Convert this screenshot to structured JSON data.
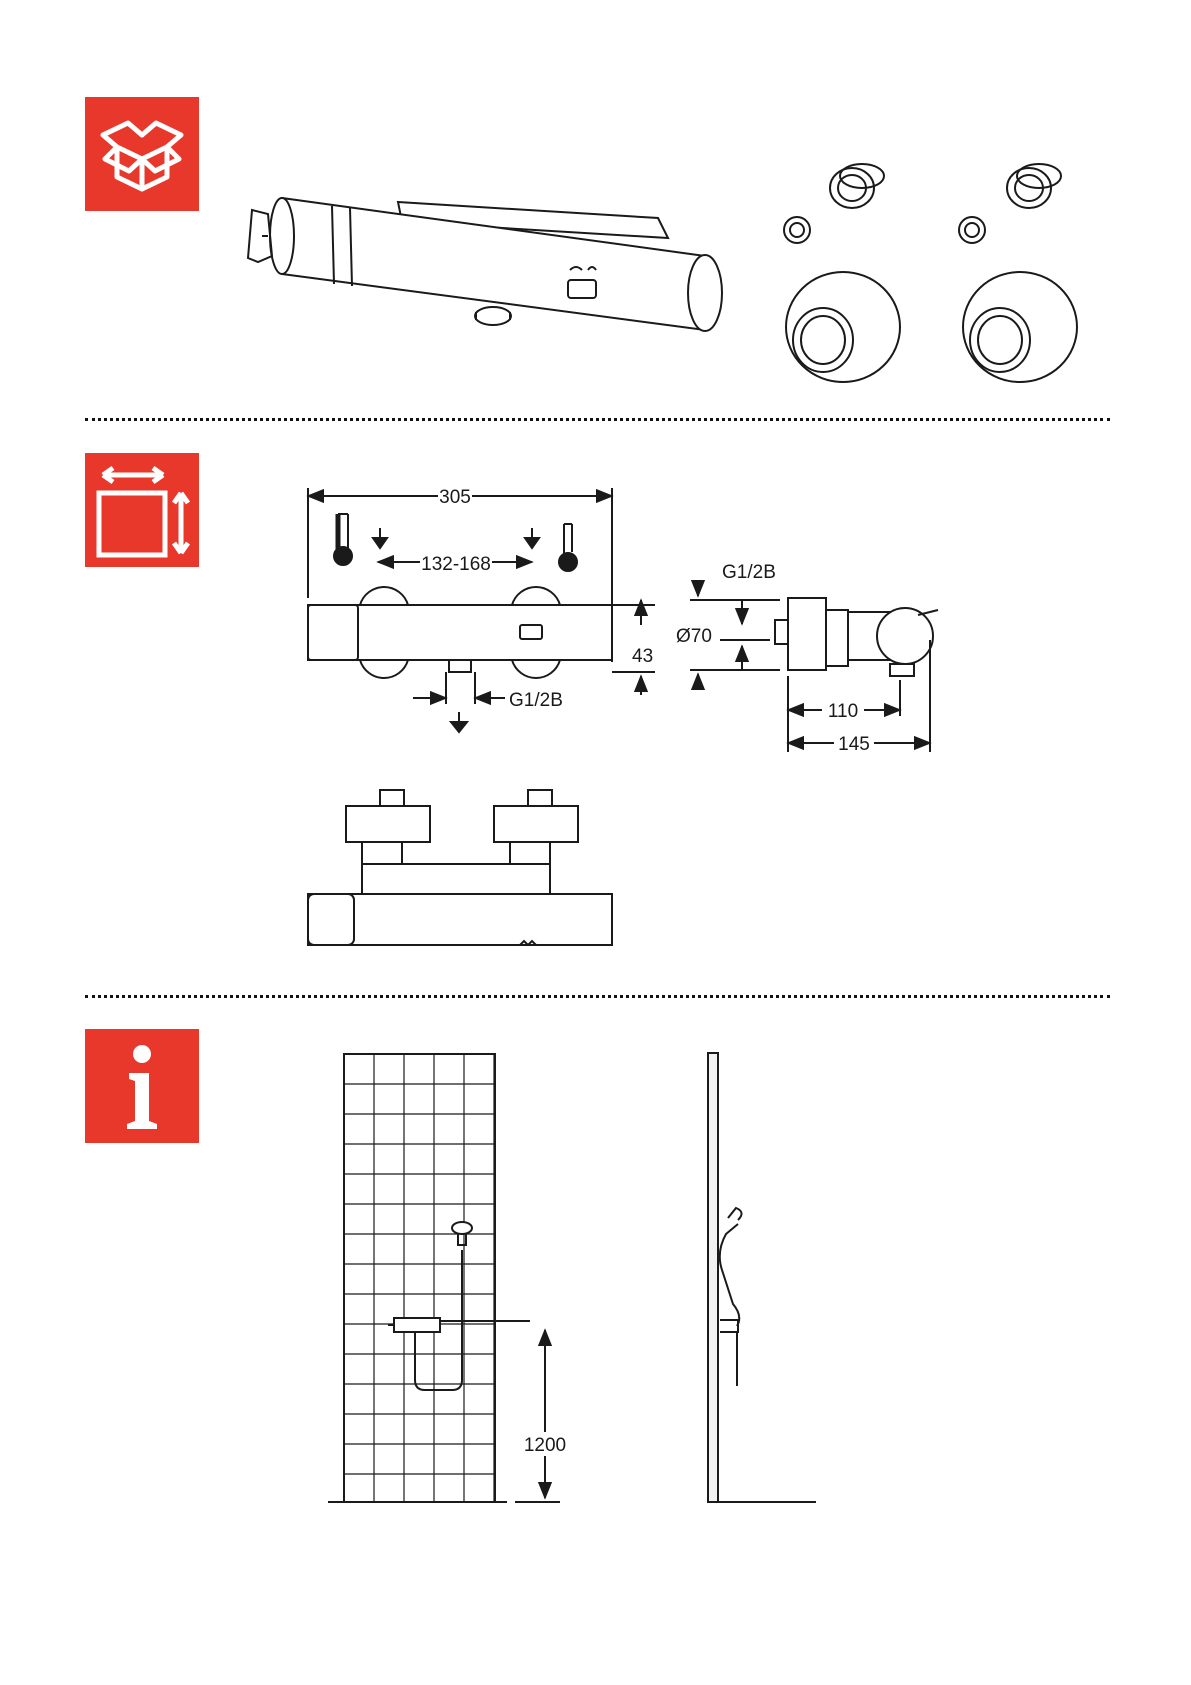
{
  "sections": [
    {
      "id": "contents",
      "icon": "package-box-icon"
    },
    {
      "id": "dimensions",
      "icon": "dimensions-icon"
    },
    {
      "id": "information",
      "icon": "info-icon"
    }
  ],
  "colors": {
    "badge": "#e8372b",
    "line": "#1a1a1a"
  },
  "dimensions": {
    "overall_width": "305",
    "inlet_spacing": "132-168",
    "height": "43",
    "outlet_thread": "G1/2B",
    "side_thread": "G1/2B",
    "diameter": "Ø70",
    "depth_inner": "110",
    "depth_outer": "145"
  },
  "installation": {
    "mount_height": "1200"
  }
}
